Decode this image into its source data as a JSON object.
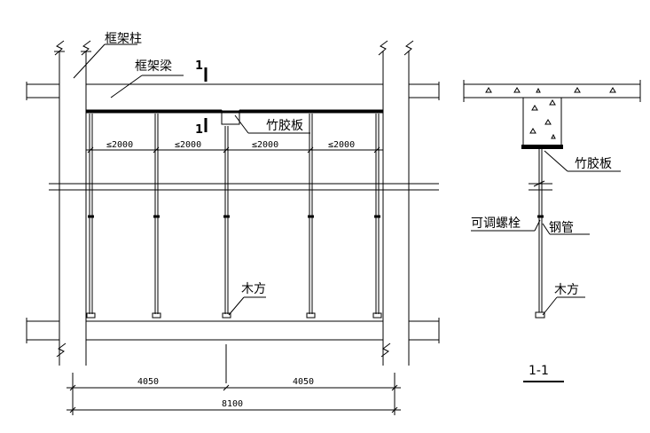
{
  "labels": {
    "frame_column": "框架柱",
    "frame_beam": "框架梁",
    "bamboo_plywood": "竹胶板",
    "bamboo_plywood_section": "竹胶板",
    "timber": "木方",
    "timber_section": "木方",
    "adjustable_bolt": "可调螺栓",
    "steel_pipe": "钢管"
  },
  "section_marks": {
    "top_number": "1",
    "bottom_number": "1",
    "section_title": "1-1"
  },
  "spacing": [
    "≤2000",
    "≤2000",
    "≤2000",
    "≤2000"
  ],
  "dimensions": {
    "left_span": "4050",
    "right_span": "4050",
    "total_span": "8100"
  }
}
